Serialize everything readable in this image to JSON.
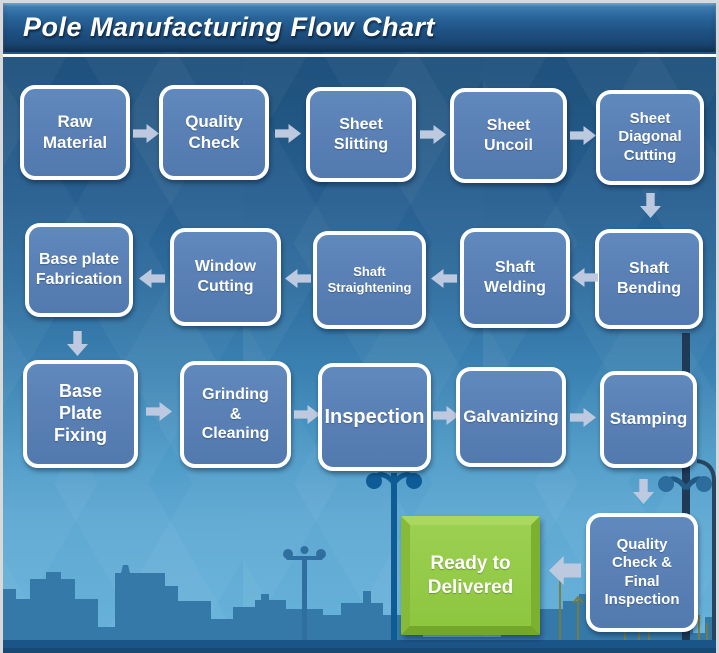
{
  "title": "Pole Manufacturing Flow Chart",
  "nodes": [
    {
      "id": "raw-material",
      "label": "Raw\nMaterial"
    },
    {
      "id": "quality-check",
      "label": "Quality\nCheck"
    },
    {
      "id": "sheet-slitting",
      "label": "Sheet\nSlitting"
    },
    {
      "id": "sheet-uncoil",
      "label": "Sheet\nUncoil"
    },
    {
      "id": "sheet-diagonal-cutting",
      "label": "Sheet\nDiagonal\nCutting"
    },
    {
      "id": "shaft-bending",
      "label": "Shaft\nBending"
    },
    {
      "id": "shaft-welding",
      "label": "Shaft\nWelding"
    },
    {
      "id": "shaft-straightening",
      "label": "Shaft\nStraightening"
    },
    {
      "id": "window-cutting",
      "label": "Window\nCutting"
    },
    {
      "id": "base-plate-fabrication",
      "label": "Base plate\nFabrication"
    },
    {
      "id": "base-plate-fixing",
      "label": "Base\nPlate\nFixing"
    },
    {
      "id": "grinding-cleaning",
      "label": "Grinding\n&\nCleaning"
    },
    {
      "id": "inspection",
      "label": "Inspection"
    },
    {
      "id": "galvanizing",
      "label": "Galvanizing"
    },
    {
      "id": "stamping",
      "label": "Stamping"
    },
    {
      "id": "quality-check-final-inspection",
      "label": "Quality\nCheck &\nFinal\nInspection"
    },
    {
      "id": "ready-to-delivered",
      "label": "Ready to\nDelivered"
    }
  ],
  "flow_sequence": [
    "Raw Material",
    "Quality Check",
    "Sheet Slitting",
    "Sheet Uncoil",
    "Sheet Diagonal Cutting",
    "Shaft Bending",
    "Shaft Welding",
    "Shaft Straightening",
    "Window Cutting",
    "Base plate Fabrication",
    "Base Plate Fixing",
    "Grinding & Cleaning",
    "Inspection",
    "Galvanizing",
    "Stamping",
    "Quality Check & Final Inspection",
    "Ready to Delivered"
  ],
  "icons": {
    "flow_arrow_right": "block-arrow-right",
    "flow_arrow_left": "block-arrow-left",
    "flow_arrow_down": "block-arrow-down"
  },
  "colors": {
    "process_box_fill": "#5b82b6",
    "process_box_border": "#ffffff",
    "arrow": "#bdc9df",
    "terminal_box_fill": "#8dc63f",
    "title_bar": "#1d4e7e",
    "background_top": "#1c4d7c",
    "background_bottom": "#68b3dc",
    "skyline": "#3579a9",
    "ground_strip": "#1b5587"
  }
}
